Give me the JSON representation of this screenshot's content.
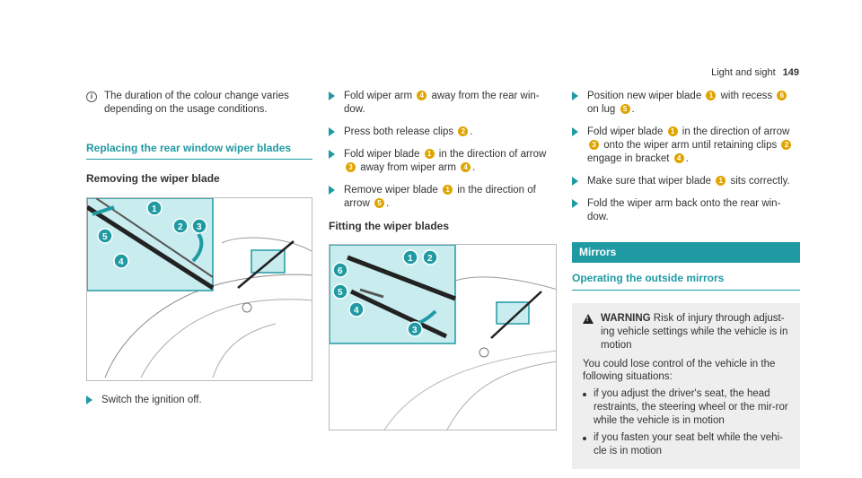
{
  "header": {
    "section": "Light and sight",
    "page": "149"
  },
  "col1": {
    "note": "The duration of the colour change varies depending on the usage conditions.",
    "section_title": "Replacing the rear window wiper blades",
    "removing_title": "Removing the wiper blade",
    "step_ignition": "Switch the ignition off."
  },
  "col2": {
    "step1_a": "Fold wiper arm",
    "step1_b": "away from the rear win-dow.",
    "step2_a": "Press both release clips",
    "step2_b": ".",
    "step3_a": "Fold wiper blade",
    "step3_b": "in the direction of arrow",
    "step3_c": "away from wiper arm",
    "step3_d": ".",
    "step4_a": "Remove wiper blade",
    "step4_b": "in the direction of arrow",
    "step4_c": ".",
    "fitting_title": "Fitting the wiper blades"
  },
  "col3": {
    "s1_a": "Position new wiper blade",
    "s1_b": "with recess",
    "s1_c": "on lug",
    "s1_d": ".",
    "s2_a": "Fold wiper blade",
    "s2_b": "in the direction of arrow",
    "s2_c": "onto the wiper arm until retaining clips",
    "s2_d": "engage in bracket",
    "s2_e": ".",
    "s3_a": "Make sure that wiper blade",
    "s3_b": "sits correctly.",
    "s4": "Fold the wiper arm back onto the rear win-dow.",
    "mirrors_band": "Mirrors",
    "outside_title": "Operating the outside mirrors",
    "warn_label": "WARNING",
    "warn_text": "Risk of injury through adjust-ing vehicle settings while the vehicle is in motion",
    "warn_body": "You could lose control of the vehicle in the following situations:",
    "bullet1": "if you adjust the driver's seat, the head restraints, the steering wheel or the mir-ror while the vehicle is in motion",
    "bullet2": "if you fasten your seat belt while the vehi-cle is in motion"
  },
  "nums": {
    "n1": "1",
    "n2": "2",
    "n3": "3",
    "n4": "4",
    "n5": "5",
    "n6": "6"
  },
  "colors": {
    "accent": "#1f9aa3",
    "badge": "#e0a400",
    "callout_bg": "#c9ecef"
  }
}
